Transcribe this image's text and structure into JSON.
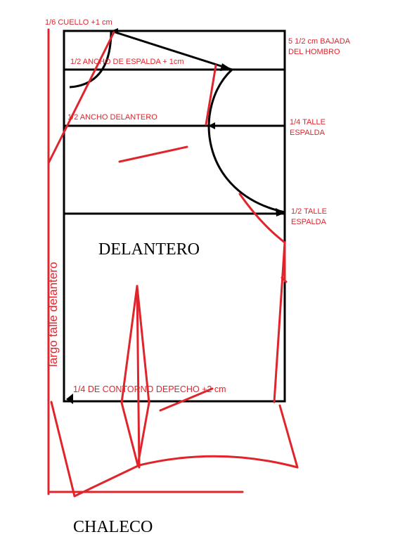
{
  "colors": {
    "outline": "#000000",
    "markup": "#e0242c",
    "background": "#ffffff"
  },
  "labels": {
    "neck": "1/6 CUELLO +1 cm",
    "back_width": "1/2 ANCHO DE ESPALDA + 1cm",
    "front_width": "1/2 ANCHO DELANTERO",
    "shoulder_drop_line1": "5 1/2 cm BAJADA",
    "shoulder_drop_line2": "DEL HOMBRO",
    "quarter_waist_line1": "1/4 TALLE",
    "quarter_waist_line2": "ESPALDA",
    "half_waist_line1": "1/2 TALLE",
    "half_waist_line2": "ESPALDA",
    "chest": "1/4 DE CONTORNO DEPECHO +2 cm",
    "front_length": "largo talle delantero"
  },
  "titles": {
    "piece": "DELANTERO",
    "garment": "CHALECO"
  }
}
